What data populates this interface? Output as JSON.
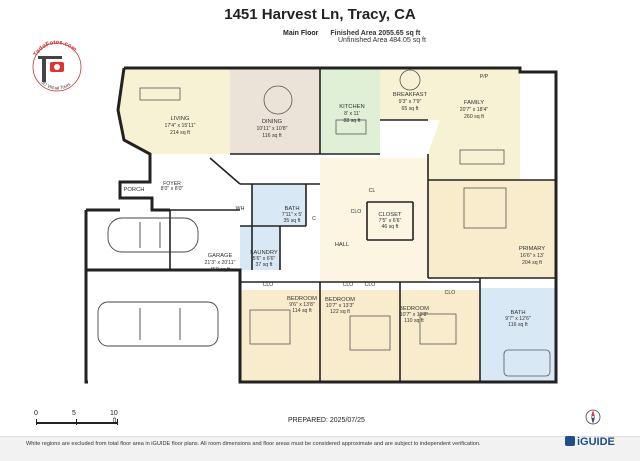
{
  "title": "1451 Harvest Ln, Tracy, CA",
  "summary": {
    "floor": "Main Floor",
    "finished_area": "Finished Area 2055.65 sq ft",
    "unfinished_area": "Unfinished Area 484.05 sq ft"
  },
  "logo": {
    "brand": "TodoFotos.com",
    "tagline": "3D Virtual Tours"
  },
  "rooms": {
    "living": {
      "name": "LIVING",
      "dims": "17'4\" x 15'11\"",
      "area": "214 sq ft"
    },
    "dining": {
      "name": "DINING",
      "dims": "10'11\" x 10'8\"",
      "area": "116 sq ft"
    },
    "kitchen": {
      "name": "KITCHEN",
      "dims": "8' x 11'",
      "area": "88 sq ft"
    },
    "breakfast": {
      "name": "BREAKFAST",
      "dims": "9'3\" x 7'9\"",
      "area": "65 sq ft"
    },
    "family": {
      "name": "FAMILY",
      "dims": "20'7\" x 18'4\"",
      "area": "260 sq ft"
    },
    "pp": {
      "name": "P/P"
    },
    "porch": {
      "name": "PORCH"
    },
    "foyer": {
      "name": "FOYER",
      "dims": "8'0\" x 8'0\""
    },
    "garage": {
      "name": "GARAGE",
      "dims": "21'3\" x 20'11\"",
      "area": "458 sq ft"
    },
    "bath1": {
      "name": "BATH",
      "dims": "7'11\" x 5'",
      "area": "35 sq ft"
    },
    "laundry": {
      "name": "LAUNDRY",
      "dims": "5'6\" x 6'6\"",
      "area": "37 sq ft"
    },
    "cl1": {
      "name": "CL"
    },
    "clo1": {
      "name": "CLO"
    },
    "closet": {
      "name": "CLOSET",
      "dims": "7'5\" x 6'6\"",
      "area": "46 sq ft"
    },
    "hall": {
      "name": "HALL"
    },
    "primary": {
      "name": "PRIMARY",
      "dims": "16'6\" x 13'",
      "area": "204 sq ft"
    },
    "clo2": {
      "name": "CLO"
    },
    "clo3": {
      "name": "CLO"
    },
    "clo4": {
      "name": "CLO"
    },
    "clo5": {
      "name": "CLO"
    },
    "bed1": {
      "name": "BEDROOM",
      "dims": "9'6\" x 13'8\"",
      "area": "114 sq ft"
    },
    "bed2": {
      "name": "BEDROOM",
      "dims": "10'7\" x 13'3\"",
      "area": "122 sq ft"
    },
    "bed3": {
      "name": "BEDROOM",
      "dims": "10'7\" x 10'8\"",
      "area": "110 sq ft"
    },
    "bath2": {
      "name": "BATH",
      "dims": "9'7\" x 12'6\"",
      "area": "116 sq ft"
    },
    "door_c": "C",
    "wh": "WH"
  },
  "scale": {
    "t0": "0",
    "t1": "5",
    "t2": "10",
    "unit": "ft"
  },
  "prepared": "PREPARED: 2025/07/25",
  "disclaimer": "White regions are excluded from total floor area in iGUIDE floor plans. All room dimensions and floor areas must be considered approximate and are subject to independent verification.",
  "brand": "iGUIDE",
  "colors": {
    "living": "#f7f2d4",
    "dining": "#ece3d8",
    "kitchen": "#dff0d6",
    "family": "#f7f2d4",
    "bedroom": "#f9eccd",
    "bath": "#d8e8f5",
    "hall": "#fbf5e2",
    "garage": "#ffffff",
    "wall": "#222222",
    "accent": "#1f4e8c"
  }
}
